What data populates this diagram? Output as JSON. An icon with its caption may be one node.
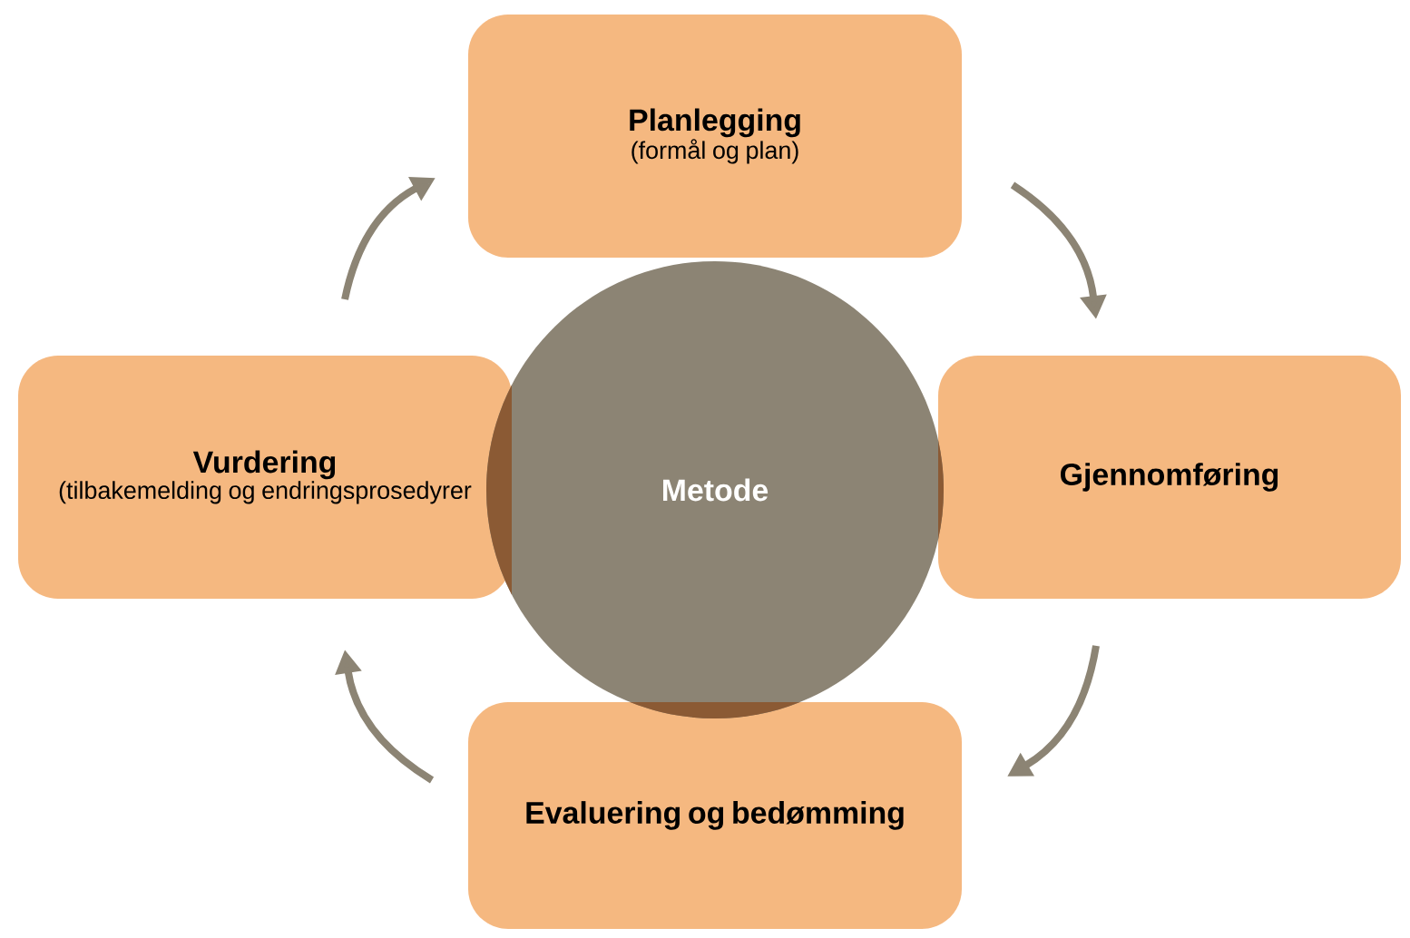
{
  "diagram": {
    "nodes": [
      {
        "text": [
          "Planlegging",
          "(formål og plan)"
        ]
      },
      {
        "text": [
          "Gjennomføring"
        ]
      },
      {
        "text": [
          "Evaluering og bedømming"
        ]
      },
      {
        "text": [
          "Vurdering",
          "(tilbakemelding og endringsprosedyrer"
        ]
      },
      {
        "text": [
          "Metode"
        ]
      }
    ],
    "edges": [
      {
        "from": 0,
        "to": 1,
        "arrow": "to"
      },
      {
        "from": 1,
        "to": 2,
        "arrow": "to"
      },
      {
        "from": 2,
        "to": 3,
        "arrow": "to"
      },
      {
        "from": 3,
        "to": 0,
        "arrow": "to"
      }
    ]
  }
}
